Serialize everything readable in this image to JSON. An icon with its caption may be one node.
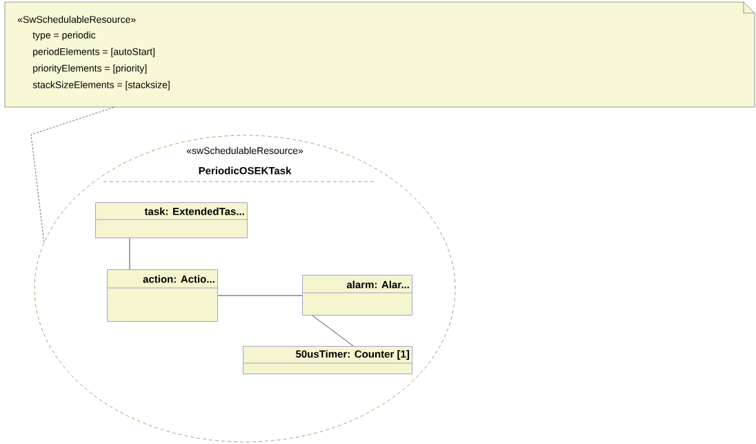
{
  "diagram": {
    "nodes": [
      {
        "text": [
          "«SwSchedulableResource»",
          "type = periodic",
          "periodElements = [autoStart]",
          "priorityElements = [priority]",
          "stackSizeElements = [stacksize]"
        ]
      },
      {
        "text": [
          "«swSchedulableResource»",
          "PeriodicOSEKTask"
        ]
      },
      {
        "text": [
          "task: ExtendedTas..."
        ],
        "in": 1
      },
      {
        "text": [
          "action: Actio..."
        ],
        "in": 1
      },
      {
        "text": [
          "alarm: Alar..."
        ],
        "in": 1
      },
      {
        "text": [
          "50usTimer: Counter [1]"
        ],
        "in": 1
      }
    ],
    "edges": [
      {
        "from": 0,
        "to": 1,
        "arrow": "none",
        "style": "dashed"
      },
      {
        "from": 2,
        "to": 3,
        "arrow": "none"
      },
      {
        "from": 3,
        "to": 4,
        "arrow": "none"
      },
      {
        "from": 4,
        "to": 5,
        "arrow": "none"
      }
    ]
  }
}
